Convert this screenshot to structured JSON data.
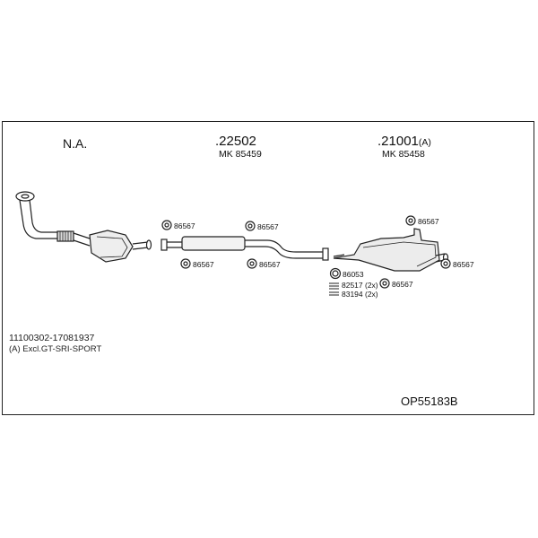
{
  "sections": [
    {
      "title": "N.A.",
      "sub": ""
    },
    {
      "title": ".22502",
      "sub": "MK 85459"
    },
    {
      "title": ".21001",
      "suffix": "(A)",
      "sub": "MK 85458"
    }
  ],
  "parts": {
    "p1": "86567",
    "p2": "86567",
    "p3": "86567",
    "p4": "86567",
    "p5": "86567",
    "p6": "86567",
    "p7": "86053",
    "p8": "82517 (2x)",
    "p9": "83194 (2x)",
    "p10": "86567"
  },
  "footer": {
    "range": "11100302-17081937",
    "note": "(A) Excl.GT-SRI-SPORT",
    "code": "OP55183B"
  }
}
